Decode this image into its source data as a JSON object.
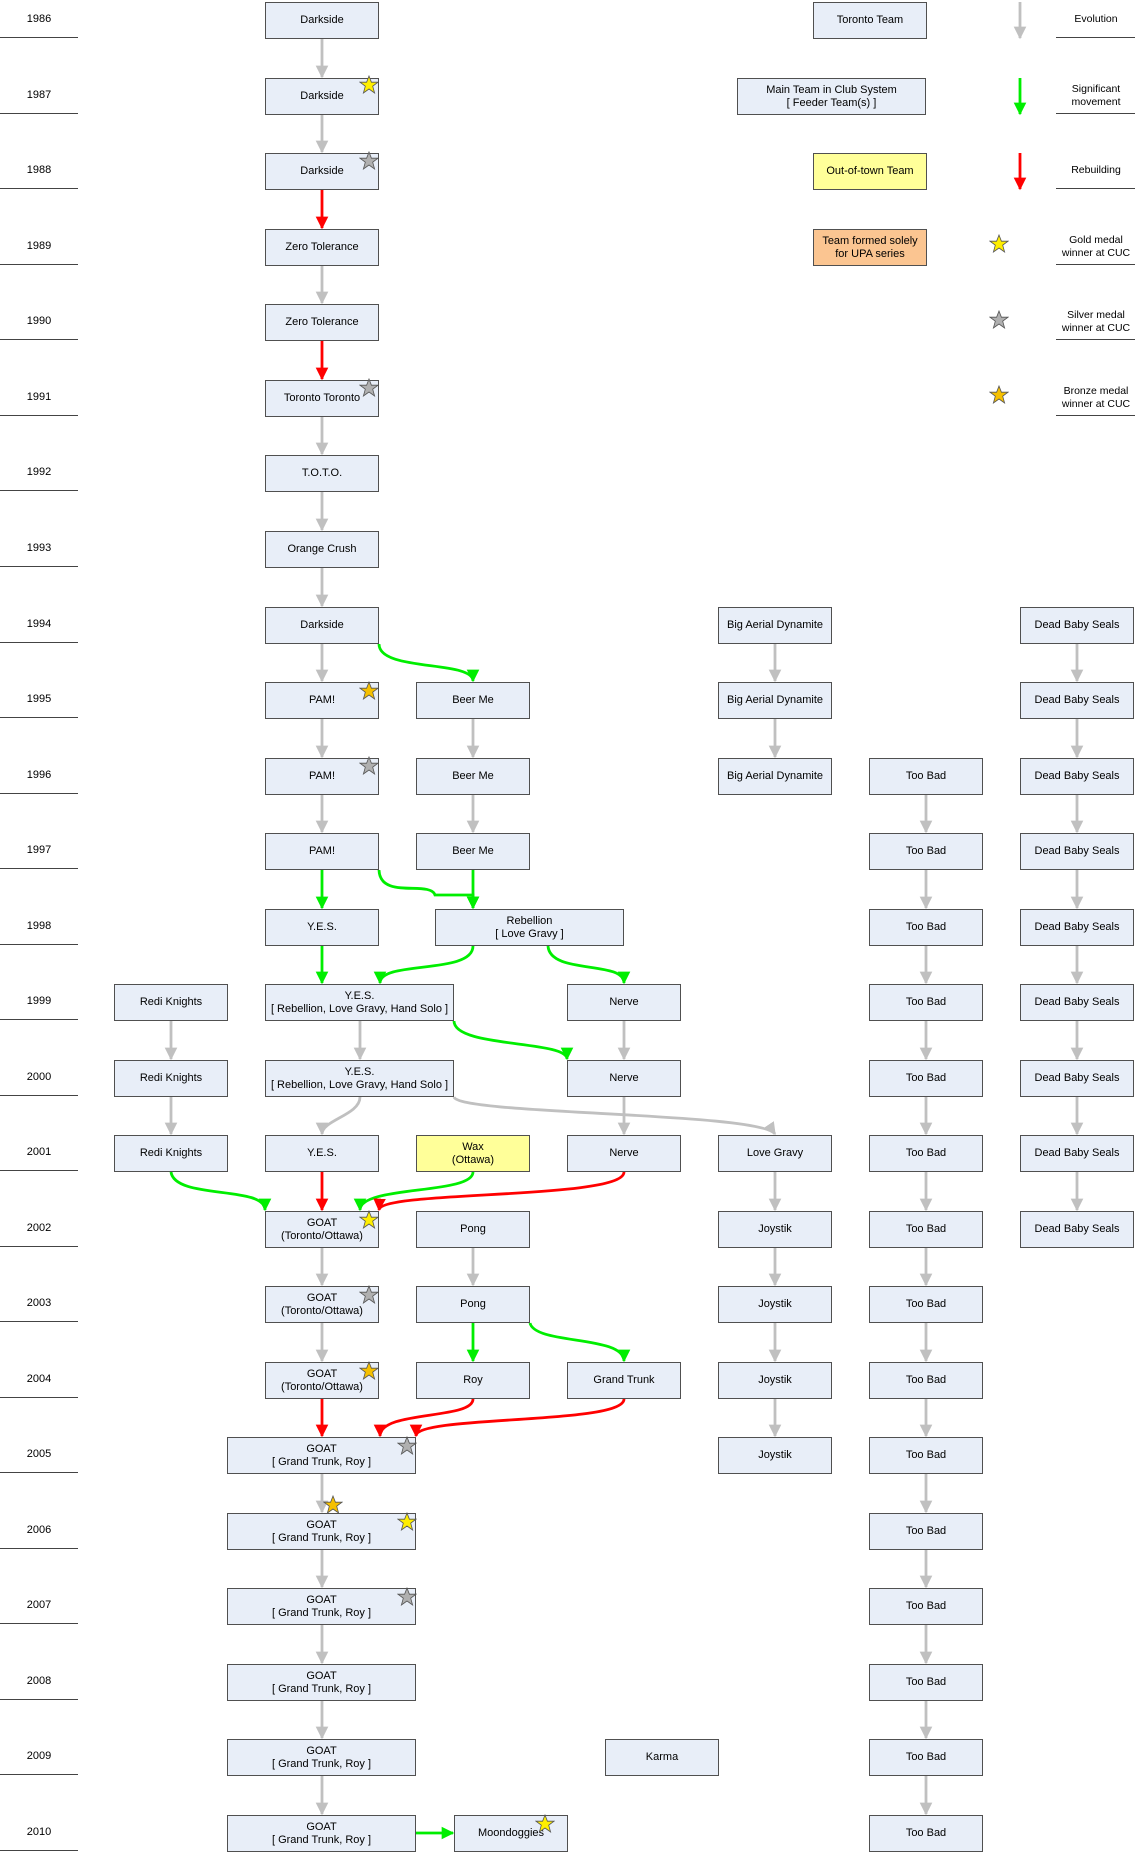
{
  "years": [
    "1986",
    "1987",
    "1988",
    "1989",
    "1990",
    "1991",
    "1992",
    "1993",
    "1994",
    "1995",
    "1996",
    "1997",
    "1998",
    "1999",
    "2000",
    "2001",
    "2002",
    "2003",
    "2004",
    "2005",
    "2006",
    "2007",
    "2008",
    "2009",
    "2010"
  ],
  "teams": {
    "darkside_1986": "Darkside",
    "darkside_1987": "Darkside",
    "darkside_1988": "Darkside",
    "zerotol_1989": "Zero Tolerance",
    "zerotol_1990": "Zero Tolerance",
    "toronto_1991": "Toronto Toronto",
    "toto_1992": "T.O.T.O.",
    "orange_1993": "Orange Crush",
    "darkside_1994": "Darkside",
    "pam_1995": "PAM!",
    "pam_1996": "PAM!",
    "pam_1997": "PAM!",
    "yes_1998": "Y.E.S.",
    "yes_1999": "Y.E.S.\n[ Rebellion, Love Gravy, Hand Solo ]",
    "yes_2000": "Y.E.S.\n[ Rebellion, Love Gravy, Hand Solo ]",
    "yes_2001": "Y.E.S.",
    "goat_2002": "GOAT\n(Toronto/Ottawa)",
    "goat_2003": "GOAT\n(Toronto/Ottawa)",
    "goat_2004": "GOAT\n(Toronto/Ottawa)",
    "goat_2005": "GOAT\n[ Grand Trunk, Roy ]",
    "goat_2006": "GOAT\n[ Grand Trunk, Roy ]",
    "goat_2007": "GOAT\n[ Grand Trunk, Roy ]",
    "goat_2008": "GOAT\n[ Grand Trunk, Roy ]",
    "goat_2009": "GOAT\n[ Grand Trunk, Roy ]",
    "goat_2010": "GOAT\n[ Grand Trunk, Roy ]",
    "beerme_1995": "Beer Me",
    "beerme_1996": "Beer Me",
    "beerme_1997": "Beer Me",
    "rebellion_1998": "Rebellion\n[ Love Gravy ]",
    "nerve_1999": "Nerve",
    "nerve_2000": "Nerve",
    "nerve_2001": "Nerve",
    "redi_1999": "Redi Knights",
    "redi_2000": "Redi Knights",
    "redi_2001": "Redi Knights",
    "wax_2001": "Wax\n(Ottawa)",
    "pong_2002": "Pong",
    "pong_2003": "Pong",
    "roy_2004": "Roy",
    "grandtrunk_2004": "Grand Trunk",
    "karma_2009": "Karma",
    "moondoggies_2010": "Moondoggies",
    "bad_1994": "Big Aerial Dynamite",
    "bad_1995": "Big Aerial Dynamite",
    "bad_1996": "Big Aerial Dynamite",
    "lovegravy_2001": "Love Gravy",
    "joystik_2002": "Joystik",
    "joystik_2003": "Joystik",
    "joystik_2004": "Joystik",
    "joystik_2005": "Joystik",
    "toobad_1996": "Too Bad",
    "toobad_1997": "Too Bad",
    "toobad_1998": "Too Bad",
    "toobad_1999": "Too Bad",
    "toobad_2000": "Too Bad",
    "toobad_2001": "Too Bad",
    "toobad_2002": "Too Bad",
    "toobad_2003": "Too Bad",
    "toobad_2004": "Too Bad",
    "toobad_2005": "Too Bad",
    "toobad_2006": "Too Bad",
    "toobad_2007": "Too Bad",
    "toobad_2008": "Too Bad",
    "toobad_2009": "Too Bad",
    "toobad_2010": "Too Bad",
    "dbs_1994": "Dead Baby Seals",
    "dbs_1995": "Dead Baby Seals",
    "dbs_1996": "Dead Baby Seals",
    "dbs_1997": "Dead Baby Seals",
    "dbs_1998": "Dead Baby Seals",
    "dbs_1999": "Dead Baby Seals",
    "dbs_2000": "Dead Baby Seals",
    "dbs_2001": "Dead Baby Seals",
    "dbs_2002": "Dead Baby Seals"
  },
  "legend": {
    "toronto_team": "Toronto Team",
    "main_team": "Main Team in Club System\n[ Feeder Team(s) ]",
    "out_of_town": "Out-of-town Team",
    "upa_team": "Team formed solely\nfor UPA series",
    "evolution": "Evolution",
    "significant": "Significant\nmovement",
    "rebuilding": "Rebuilding",
    "gold": "Gold medal\nwinner at CUC",
    "silver": "Silver medal\nwinner at CUC",
    "bronze": "Bronze medal\nwinner at CUC"
  },
  "colors": {
    "team_fill": "#e8eef8",
    "out_of_town_fill": "#ffff99",
    "upa_fill": "#fbc591",
    "evolution_arrow": "#c0c0c0",
    "significant_arrow": "#00ee00",
    "rebuilding_arrow": "#ff0000",
    "gold_star": "#ffee00",
    "silver_star": "#b0b0b0",
    "bronze_star": "#f6c000"
  }
}
